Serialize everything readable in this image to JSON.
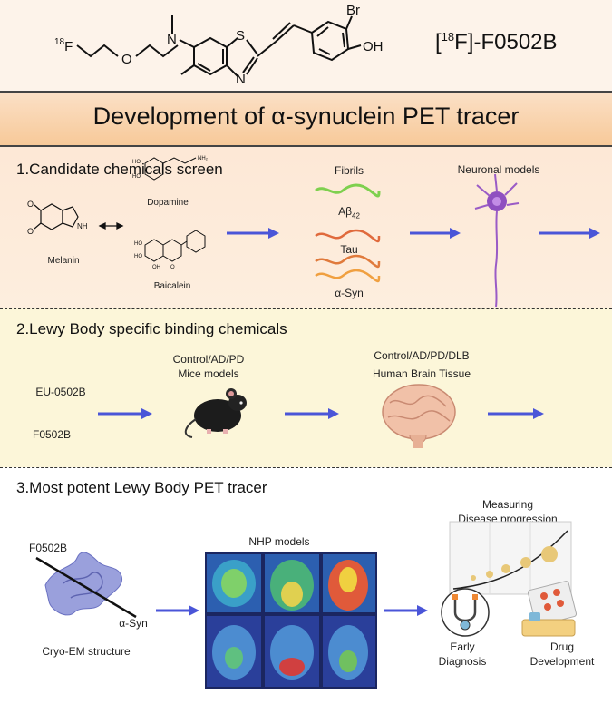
{
  "header": {
    "molecule": {
      "isotope_sup": "18",
      "fluorine": "F",
      "oxygen": "O",
      "nitrogen": "N",
      "sulfur": "S",
      "bromine": "Br",
      "hydroxyl": "OH"
    },
    "tracer_sup": "18",
    "tracer_prefix": "[",
    "tracer_mid": "F]-F0502B"
  },
  "title": "Development of α-synuclein PET tracer",
  "section1": {
    "heading": "1.Candidate chemicals screen",
    "melanin": "Melanin",
    "dopamine": "Dopamine",
    "baicalein": "Baicalein",
    "fibrils": "Fibrils",
    "abeta": "Aβ",
    "abeta_sub": "42",
    "tau": "Tau",
    "asyn": "α-Syn",
    "neuronal": "Neuronal models"
  },
  "section2": {
    "heading": "2.Lewy Body specific binding chemicals",
    "compound1": "EU-0502B",
    "compound2": "F0502B",
    "mice_line1": "Control/AD/PD",
    "mice_line2": "Mice models",
    "human_line1": "Control/AD/PD/DLB",
    "human_line2": "Human Brain Tissue"
  },
  "section3": {
    "heading": "3.Most potent Lewy Body PET tracer",
    "ligand": "F0502B",
    "asyn": "α-Syn",
    "cryo": "Cryo-EM structure",
    "nhp": "NHP models",
    "measuring_line1": "Measuring",
    "measuring_line2": "Disease progression",
    "early_line1": "Early",
    "early_line2": "Diagnosis",
    "drug_line1": "Drug",
    "drug_line2": "Development"
  },
  "colors": {
    "arrow": "#4a55d8",
    "title_band": "#f7c999",
    "section1_bg": "#fde8d6",
    "section2_bg": "#fcf6d9",
    "fibril_green": "#7ed04e",
    "fibril_red": "#e06a3c",
    "fibril_orange": "#f0a040"
  }
}
